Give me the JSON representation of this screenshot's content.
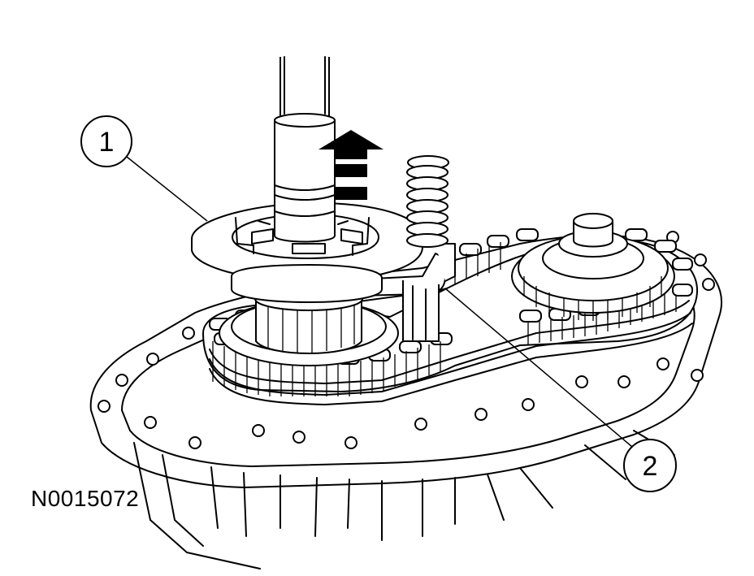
{
  "figure": {
    "id_label": "N0015072",
    "callouts": [
      {
        "number": "1"
      },
      {
        "number": "2"
      }
    ],
    "arrow_direction": "up"
  }
}
